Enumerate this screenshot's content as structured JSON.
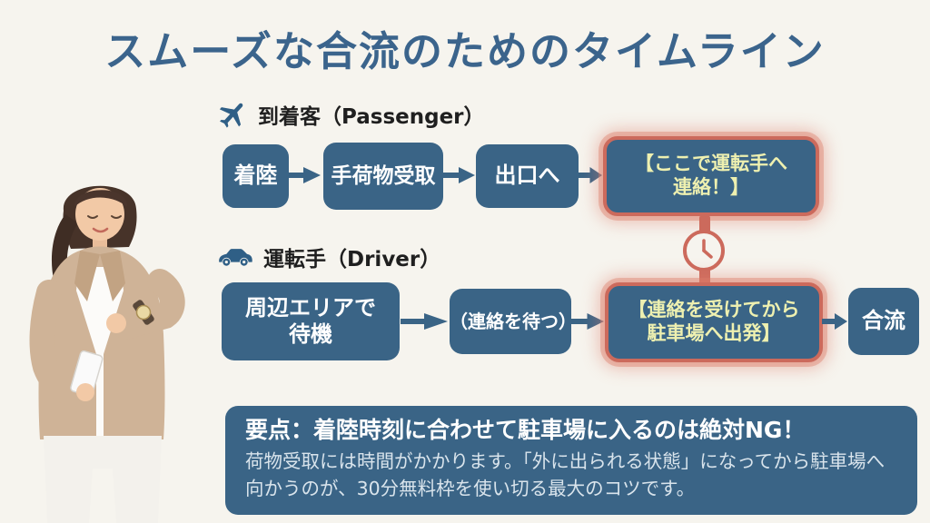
{
  "page": {
    "title": "スムーズな合流のためのタイムライン"
  },
  "colors": {
    "background": "#f6f4ee",
    "box_blue": "#3a6486",
    "accent_red": "#cc6a5c",
    "highlight_text": "#eef0b0",
    "title_text": "#3b648c",
    "keypoint_body_text": "#d9e4ec"
  },
  "passenger": {
    "label": "到着客（Passenger）",
    "icon": "airplane-icon",
    "steps": [
      {
        "lines": [
          "着陸"
        ]
      },
      {
        "lines": [
          "手荷物受取"
        ]
      },
      {
        "lines": [
          "出口へ"
        ]
      }
    ],
    "highlight": {
      "lines": [
        "【ここで運転手へ",
        "連絡！】"
      ]
    }
  },
  "driver": {
    "label": "運転手（Driver）",
    "icon": "car-icon",
    "steps": [
      {
        "lines": [
          "周辺エリアで",
          "待機"
        ]
      },
      {
        "lines": [
          "（連絡を待つ）"
        ]
      }
    ],
    "highlight": {
      "lines": [
        "【連絡を受けてから",
        "駐車場へ出発】"
      ]
    },
    "final": {
      "lines": [
        "合流"
      ]
    }
  },
  "connector": {
    "icon": "clock-icon"
  },
  "keypoint": {
    "heading": "要点：着陸時刻に合わせて駐車場に入るのは絶対NG！",
    "body": "荷物受取には時間がかかります。「外に出られる状態」になってから駐車場へ向かうのが、30分無料枠を使い切る最大のコツです。"
  }
}
